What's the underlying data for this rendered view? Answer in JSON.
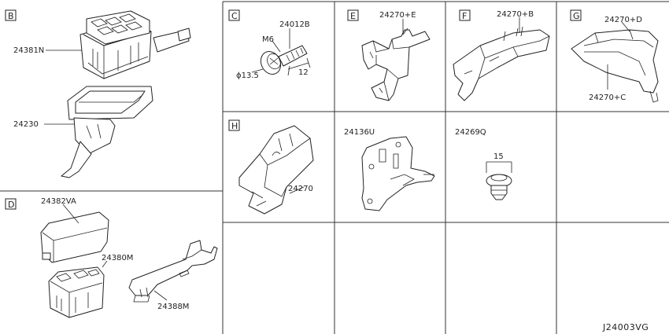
{
  "diagram": {
    "drawing_number": "J24003VG",
    "sections": [
      {
        "key": "B",
        "letter": "B",
        "parts": [
          "24381N",
          "24230"
        ]
      },
      {
        "key": "C",
        "letter": "C",
        "parts": [
          "24012B"
        ],
        "labels": {
          "bolt_size": "M6",
          "diameter": "ϕ13.5",
          "length": "12"
        }
      },
      {
        "key": "D",
        "letter": "D",
        "parts": [
          "24382VA",
          "24380M",
          "24388M"
        ]
      },
      {
        "key": "E",
        "letter": "E",
        "parts": [
          "24270+E"
        ]
      },
      {
        "key": "F",
        "letter": "F",
        "parts": [
          "24270+B"
        ]
      },
      {
        "key": "G",
        "letter": "G",
        "parts": [
          "24270+D",
          "24270+C"
        ]
      },
      {
        "key": "H",
        "letter": "H",
        "parts": [
          "24270"
        ]
      },
      {
        "key": "I",
        "letter": "",
        "parts": [
          "24136U"
        ]
      },
      {
        "key": "J",
        "letter": "",
        "parts": [
          "24269Q"
        ],
        "labels": {
          "clip_width": "15"
        }
      }
    ]
  }
}
